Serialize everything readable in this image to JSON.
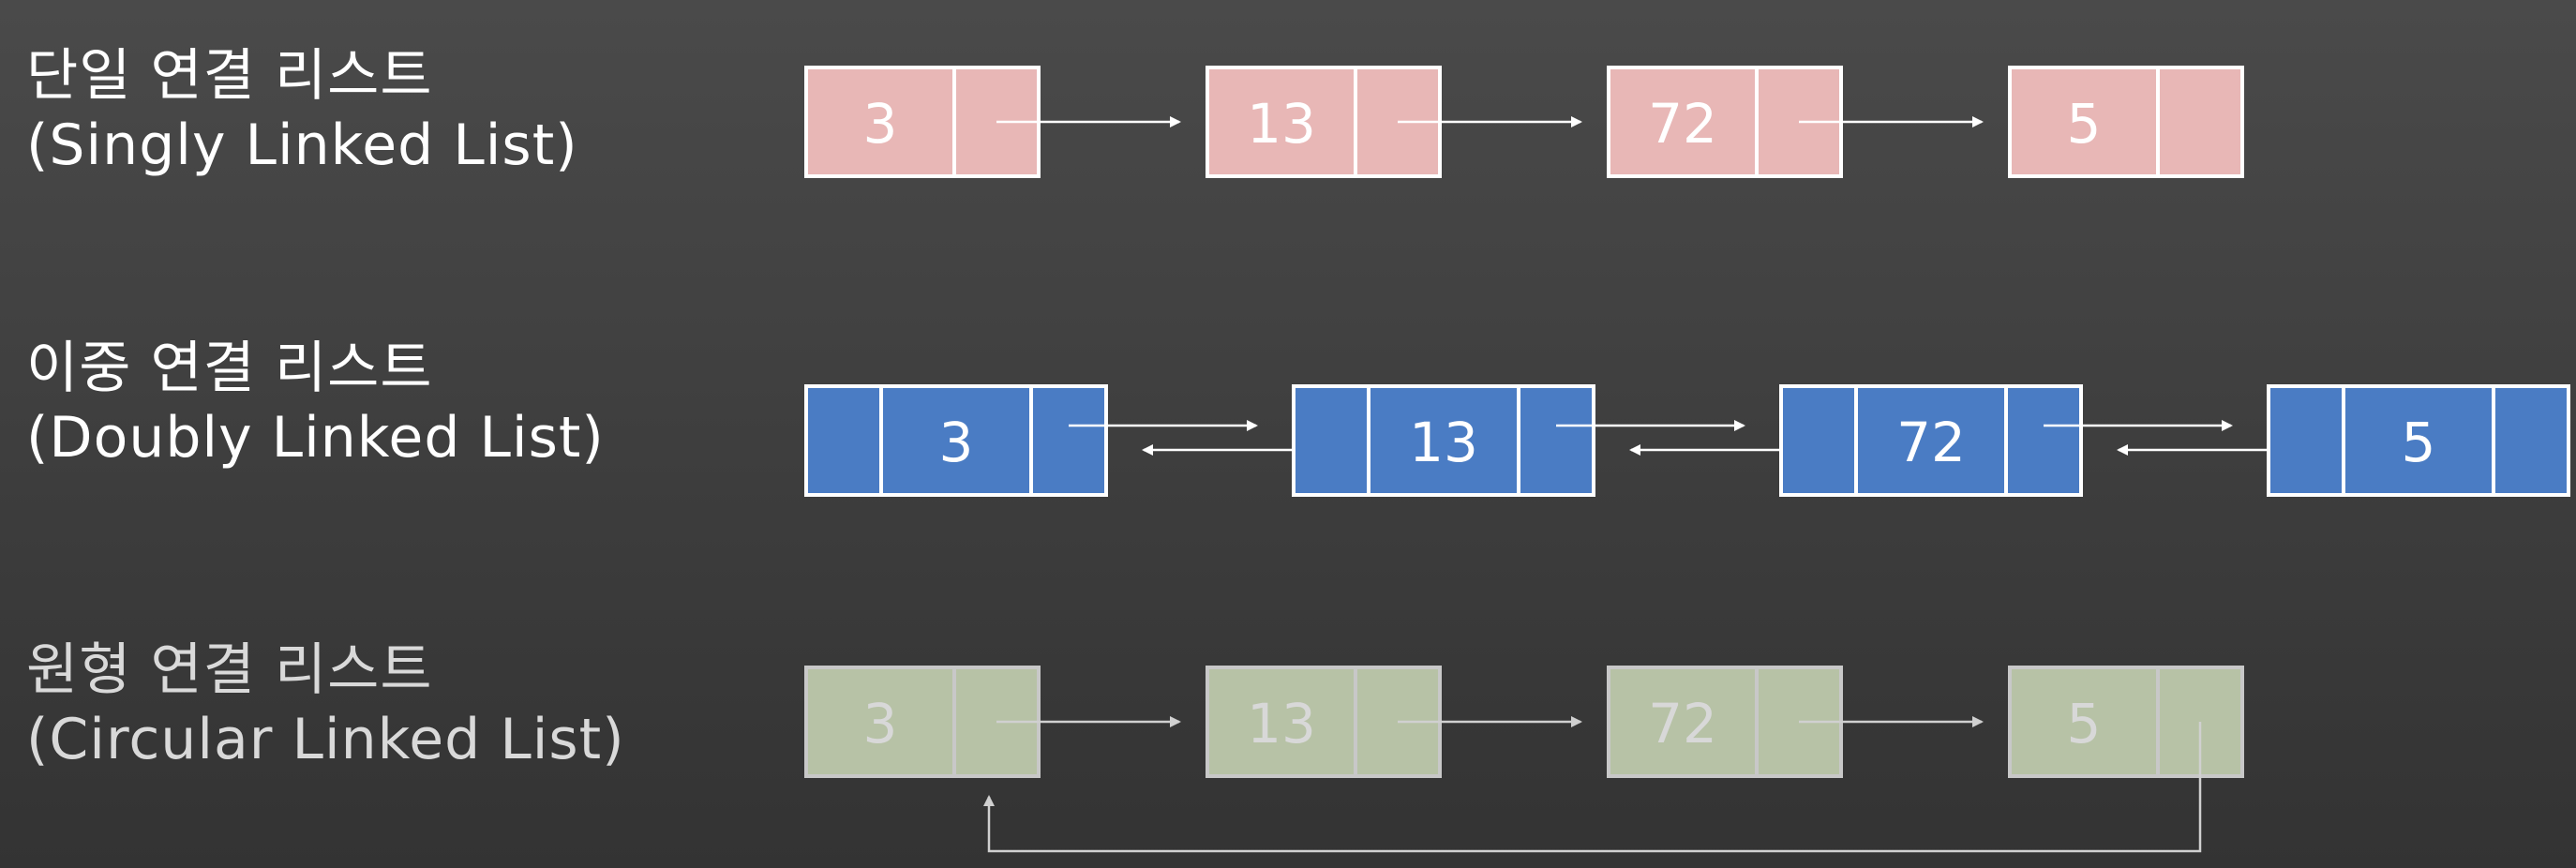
{
  "sections": [
    {
      "id": "singly",
      "title_ko": "단일 연결 리스트",
      "title_en": "(Singly Linked List)",
      "kind": "singly",
      "nodes": [
        "3",
        "13",
        "72",
        "5"
      ],
      "fill": "#e8b7b6",
      "stroke": "#ffffff",
      "text_color": "#ffffff"
    },
    {
      "id": "doubly",
      "title_ko": "이중 연결 리스트",
      "title_en": "(Doubly Linked List)",
      "kind": "doubly",
      "nodes": [
        "3",
        "13",
        "72",
        "5"
      ],
      "fill": "#4a7cc4",
      "stroke": "#ffffff",
      "text_color": "#ffffff"
    },
    {
      "id": "circular",
      "title_ko": "원형 연결 리스트",
      "title_en": "(Circular Linked List)",
      "kind": "circular",
      "nodes": [
        "3",
        "13",
        "72",
        "5"
      ],
      "fill": "#b7c2a6",
      "stroke": "#c8c8c8",
      "text_color": "#d8d8d8"
    }
  ],
  "colors": {
    "arrow": "#ffffff",
    "arrow_circular": "#d0d0d0"
  }
}
